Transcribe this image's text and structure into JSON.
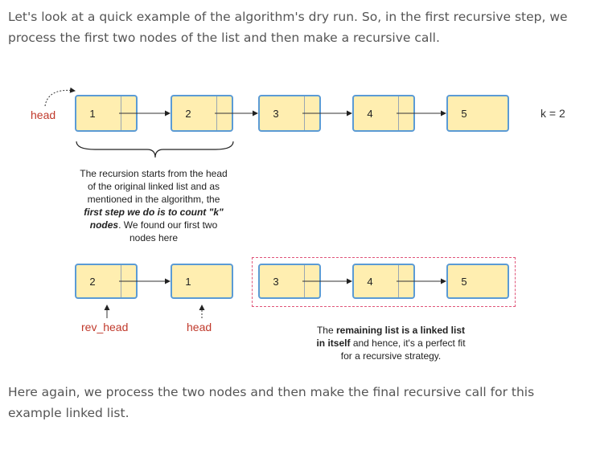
{
  "intro_text": "Let's look at a quick example of the algorithm's dry run. So, in the first recursive step, we process the first two nodes of the list and then make a recursive call.",
  "outro_text": "Here again, we process the two nodes and then make the final recursive call for this example linked list.",
  "top_list": {
    "head_label": "head",
    "k_label": "k = 2",
    "nodes": [
      "1",
      "2",
      "3",
      "4",
      "5"
    ]
  },
  "note1": {
    "line1": "The recursion starts from the head",
    "line2": "of the original linked list and as",
    "line3": "mentioned in the algorithm, the",
    "line4_emph": "first step we do is to count \"k\"",
    "line5_emph": "nodes",
    "line5_rest": ". We found our first two",
    "line6": "nodes here"
  },
  "bottom_list": {
    "nodes": [
      "2",
      "1",
      "3",
      "4",
      "5"
    ],
    "rev_head_label": "rev_head",
    "head_label": "head"
  },
  "note2": {
    "p1": "The ",
    "b1": "remaining list is a linked list",
    "b2": "in itself",
    "p2": " and hence, it's a perfect fit",
    "line3": "for a recursive strategy."
  },
  "colors": {
    "node_fill": "#ffeeb0",
    "node_border": "#5b9bd5",
    "label_red": "#c0392b",
    "dashed_box": "#e0567a"
  }
}
